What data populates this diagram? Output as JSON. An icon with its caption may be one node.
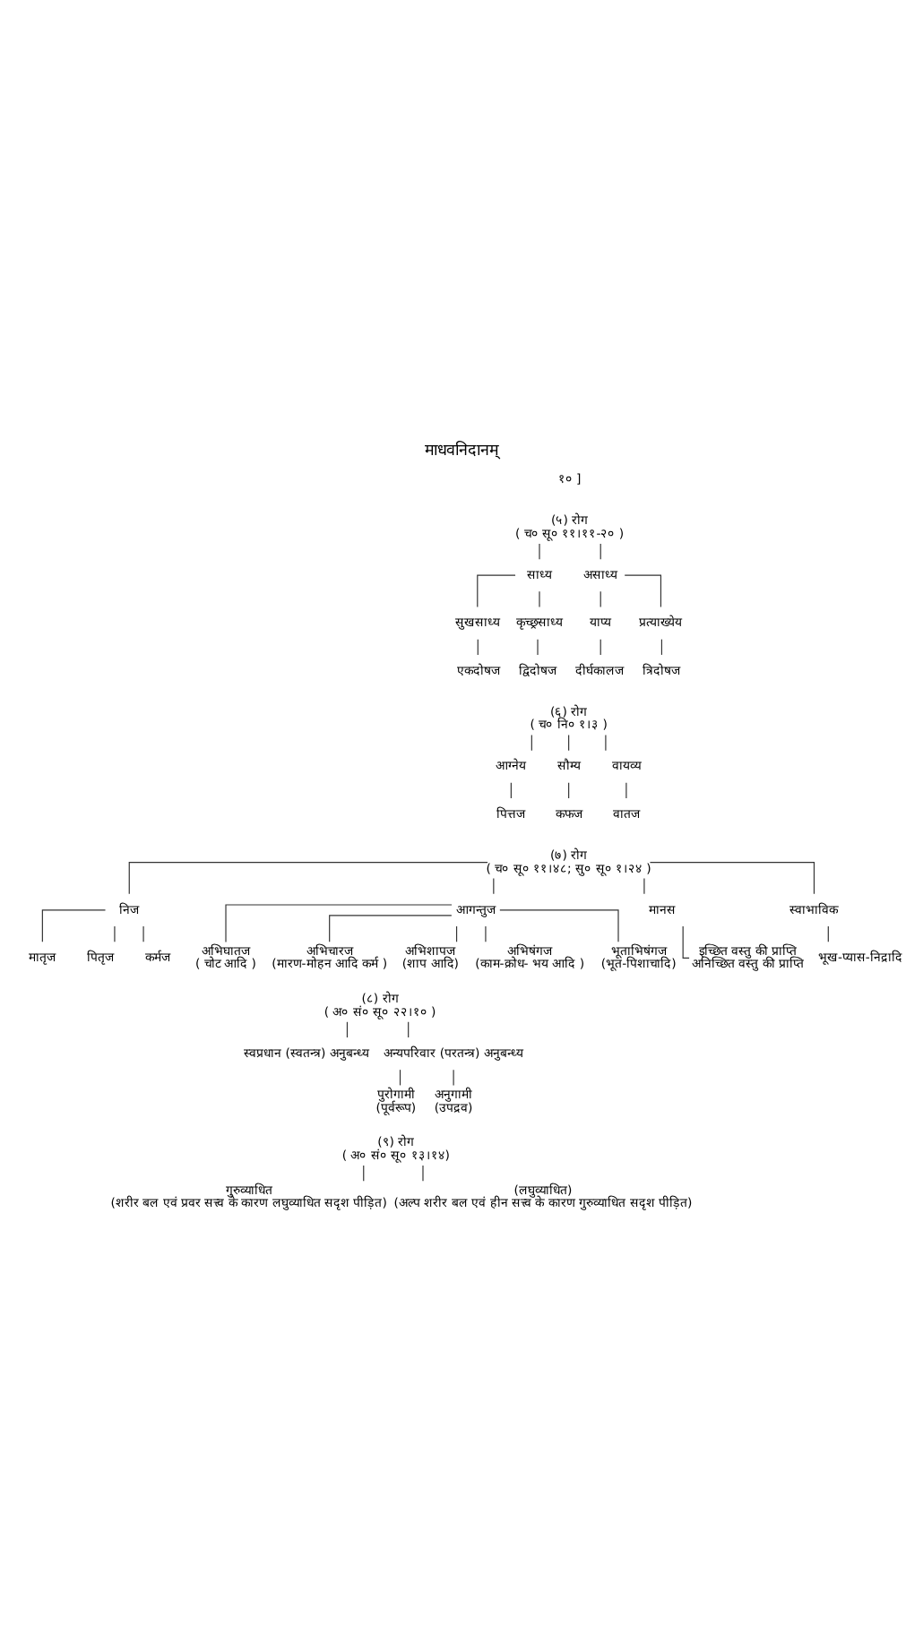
{
  "diagram": {
    "title": "माधवनिदानम्",
    "nodes": [
      {
        "text": [
          "(५) रोग",
          "( च० सू० ११।११-२० )"
        ]
      },
      {
        "text": [
          "साध्य"
        ]
      },
      {
        "text": [
          "असाध्य"
        ]
      },
      {
        "text": [
          "सुखसाध्य"
        ]
      },
      {
        "text": [
          "कृच्छ्रसाध्य"
        ]
      },
      {
        "text": [
          "याप्य"
        ]
      },
      {
        "text": [
          "प्रत्याख्येय"
        ]
      },
      {
        "text": [
          "एकदोषज"
        ]
      },
      {
        "text": [
          "द्विदोषज"
        ]
      },
      {
        "text": [
          "दीर्घकालज"
        ]
      },
      {
        "text": [
          "त्रिदोषज"
        ]
      },
      {
        "text": [
          "(६) रोग",
          "( च० नि० १।३ )"
        ]
      },
      {
        "text": [
          "आग्नेय"
        ]
      },
      {
        "text": [
          "सौम्य"
        ]
      },
      {
        "text": [
          "वायव्य"
        ]
      },
      {
        "text": [
          "पित्तज"
        ]
      },
      {
        "text": [
          "कफज"
        ]
      },
      {
        "text": [
          "वातज"
        ]
      },
      {
        "text": [
          "(७) रोग",
          "( च० सू० ११।४८; सु० सू० १।२४ )"
        ]
      },
      {
        "text": [
          "निज"
        ]
      },
      {
        "text": [
          "आगन्तुज"
        ]
      },
      {
        "text": [
          "मानस"
        ]
      },
      {
        "text": [
          "स्वाभाविक"
        ]
      },
      {
        "text": [
          "मातृज"
        ]
      },
      {
        "text": [
          "पितृज"
        ]
      },
      {
        "text": [
          "कर्मज"
        ]
      },
      {
        "text": [
          "इच्छित वस्तु की प्राप्ति",
          "अनिच्छित वस्तु की प्राप्ति"
        ]
      },
      {
        "text": [
          "भूख-प्यास-निद्रादि"
        ]
      },
      {
        "text": [
          "अभिघातज",
          "( चोट आदि )"
        ]
      },
      {
        "text": [
          "अभिचारज",
          "(मारण-मोहन आदि कर्म )"
        ]
      },
      {
        "text": [
          "अभिशापज",
          "(शाप आदि)"
        ]
      },
      {
        "text": [
          "अभिषंगज",
          "(काम-क्रोध- भय आदि )"
        ]
      },
      {
        "text": [
          "भूताभिषंगज",
          "(भूत-पिशाचादि)"
        ]
      },
      {
        "text": [
          "(८) रोग",
          "( अ० सं० सू० २२।१० )"
        ]
      },
      {
        "text": [
          "स्वप्रधान (स्वतन्त्र) अनुबन्ध्य"
        ]
      },
      {
        "text": [
          "अन्यपरिवार (परतन्त्र) अनुबन्ध्य"
        ]
      },
      {
        "text": [
          "पुरोगामी",
          "(पूर्वरूप)"
        ]
      },
      {
        "text": [
          "अनुगामी",
          "(उपद्रव)"
        ]
      },
      {
        "text": [
          "(९) रोग",
          "( अ० सं० सू० १३।१४)"
        ]
      },
      {
        "text": [
          "गुरुव्याधित",
          "(शरीर बल एवं प्रवर सत्त्व के कारण लघुव्याधित सदृश पीड़ित)"
        ]
      },
      {
        "text": [
          "(लघुव्याधित)",
          "(अल्प शरीर बल एवं हीन सत्त्व के कारण गुरुव्याधित सदृश पीड़ित)"
        ]
      }
    ],
    "edges": [
      {
        "from": 0,
        "to": 1,
        "arrow": "none"
      },
      {
        "from": 0,
        "to": 2,
        "arrow": "none"
      },
      {
        "from": 1,
        "to": 3,
        "arrow": "none"
      },
      {
        "from": 1,
        "to": 4,
        "arrow": "none"
      },
      {
        "from": 2,
        "to": 5,
        "arrow": "none"
      },
      {
        "from": 2,
        "to": 6,
        "arrow": "none"
      },
      {
        "from": 3,
        "to": 7,
        "arrow": "none"
      },
      {
        "from": 4,
        "to": 8,
        "arrow": "none"
      },
      {
        "from": 5,
        "to": 9,
        "arrow": "none"
      },
      {
        "from": 6,
        "to": 10,
        "arrow": "none"
      },
      {
        "from": 11,
        "to": 12,
        "arrow": "none"
      },
      {
        "from": 11,
        "to": 13,
        "arrow": "none"
      },
      {
        "from": 11,
        "to": 14,
        "arrow": "none"
      },
      {
        "from": 12,
        "to": 15,
        "arrow": "none"
      },
      {
        "from": 13,
        "to": 16,
        "arrow": "none"
      },
      {
        "from": 14,
        "to": 17,
        "arrow": "none"
      },
      {
        "from": 18,
        "to": 19,
        "arrow": "none"
      },
      {
        "from": 18,
        "to": 20,
        "arrow": "none"
      },
      {
        "from": 18,
        "to": 21,
        "arrow": "none"
      },
      {
        "from": 18,
        "to": 22,
        "arrow": "none"
      },
      {
        "from": 19,
        "to": 23,
        "arrow": "none"
      },
      {
        "from": 19,
        "to": 24,
        "arrow": "none"
      },
      {
        "from": 19,
        "to": 25,
        "arrow": "none"
      },
      {
        "from": 21,
        "to": 26,
        "arrow": "none"
      },
      {
        "from": 22,
        "to": 27,
        "arrow": "none"
      },
      {
        "from": 20,
        "to": 28,
        "arrow": "none"
      },
      {
        "from": 20,
        "to": 29,
        "arrow": "none"
      },
      {
        "from": 20,
        "to": 30,
        "arrow": "none"
      },
      {
        "from": 20,
        "to": 31,
        "arrow": "none"
      },
      {
        "from": 20,
        "to": 32,
        "arrow": "none"
      },
      {
        "from": 33,
        "to": 34,
        "arrow": "none"
      },
      {
        "from": 33,
        "to": 35,
        "arrow": "none"
      },
      {
        "from": 35,
        "to": 36,
        "arrow": "none"
      },
      {
        "from": 35,
        "to": 37,
        "arrow": "none"
      },
      {
        "from": 38,
        "to": 39,
        "arrow": "none"
      },
      {
        "from": 38,
        "to": 40,
        "arrow": "none"
      }
    ],
    "labels": [
      "१० ]"
    ]
  }
}
